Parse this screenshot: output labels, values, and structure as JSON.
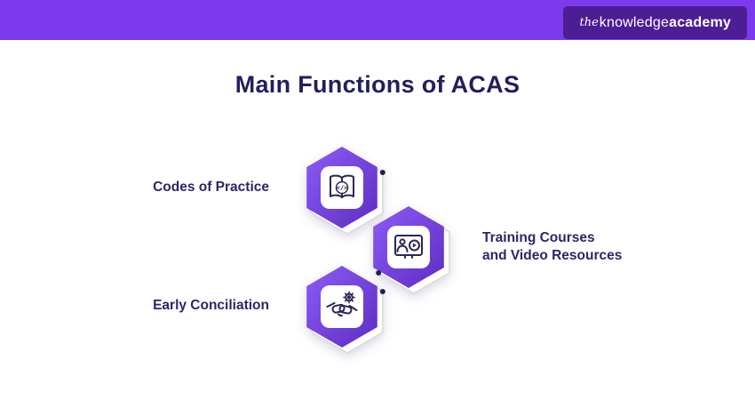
{
  "header": {
    "logo": {
      "the": "the",
      "knowledge": "knowledge",
      "academy": "academy"
    }
  },
  "title": "Main Functions of ACAS",
  "items": [
    {
      "name": "codes-of-practice",
      "lines": [
        "Codes of Practice"
      ],
      "icon": "book-code-icon"
    },
    {
      "name": "training-courses",
      "lines": [
        "Training Courses",
        "and Video Resources"
      ],
      "icon": "video-training-icon"
    },
    {
      "name": "early-conciliation",
      "lines": [
        "Early Conciliation"
      ],
      "icon": "handshake-gear-icon"
    }
  ],
  "colors": {
    "header-bg": "#7C3AED",
    "logo-bg": "#4C1D95",
    "title": "#231E5C",
    "label": "#2B2668",
    "hex-grad-start": "#8B5CF6",
    "hex-grad-end": "#5E2CC0",
    "icon-stroke": "#2B2656",
    "outline": "#DADADA",
    "dot": "#211F54"
  }
}
